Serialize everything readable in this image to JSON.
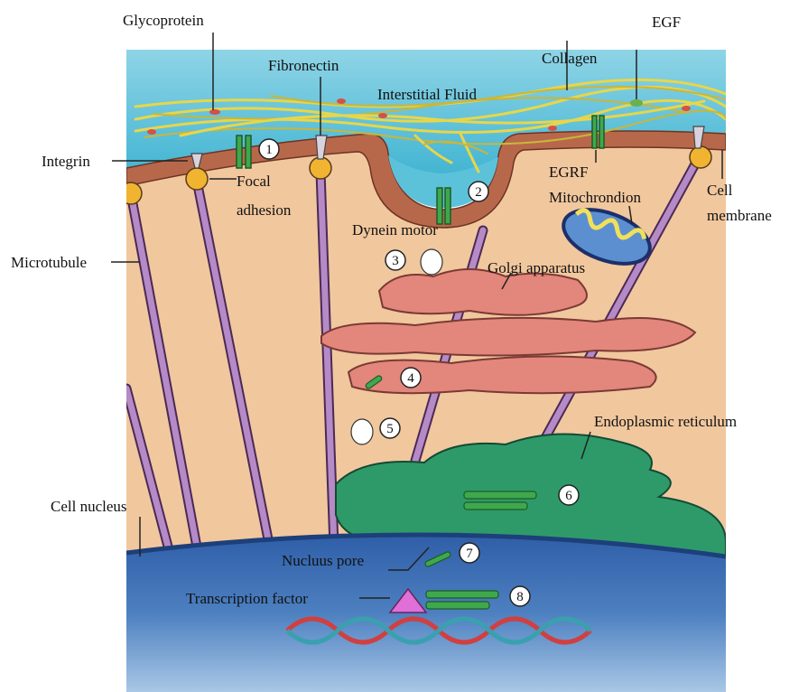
{
  "labels": {
    "glycoprotein": "Glycoprotein",
    "egf": "EGF",
    "collagen": "Collagen",
    "fibronectin": "Fibronectin",
    "interstitial_fluid": "Interstitial Fluid",
    "integrin": "Integrin",
    "focal_line1": "Focal",
    "focal_line2": "adhesion",
    "egrf": "EGRF",
    "mitochondrion": "Mitochrondion",
    "cell_membrane_line1": "Cell",
    "cell_membrane_line2": "membrane",
    "dynein_motor": "Dynein motor",
    "microtubule": "Microtubule",
    "golgi_apparatus": "Golgi apparatus",
    "endoplasmic_reticulum": "Endoplasmic reticulum",
    "cell_nucleus": "Cell nucleus",
    "nucleus_pore": "Nucluus pore",
    "transcription_factor": "Transcription factor"
  },
  "steps": [
    "1",
    "2",
    "3",
    "4",
    "5",
    "6",
    "7",
    "8"
  ],
  "colors": {
    "interstitial_fluid": "#3fb6d3",
    "cytoplasm": "#f1c79e",
    "membrane": "#b8684a",
    "golgi": "#e3867c",
    "endoplasmic_reticulum": "#2e9a6a",
    "nucleus": "#3d6fb0",
    "microtubule": "#b58ac6",
    "receptor": "#3fa84d",
    "transcription_factor": "#e070d8"
  }
}
